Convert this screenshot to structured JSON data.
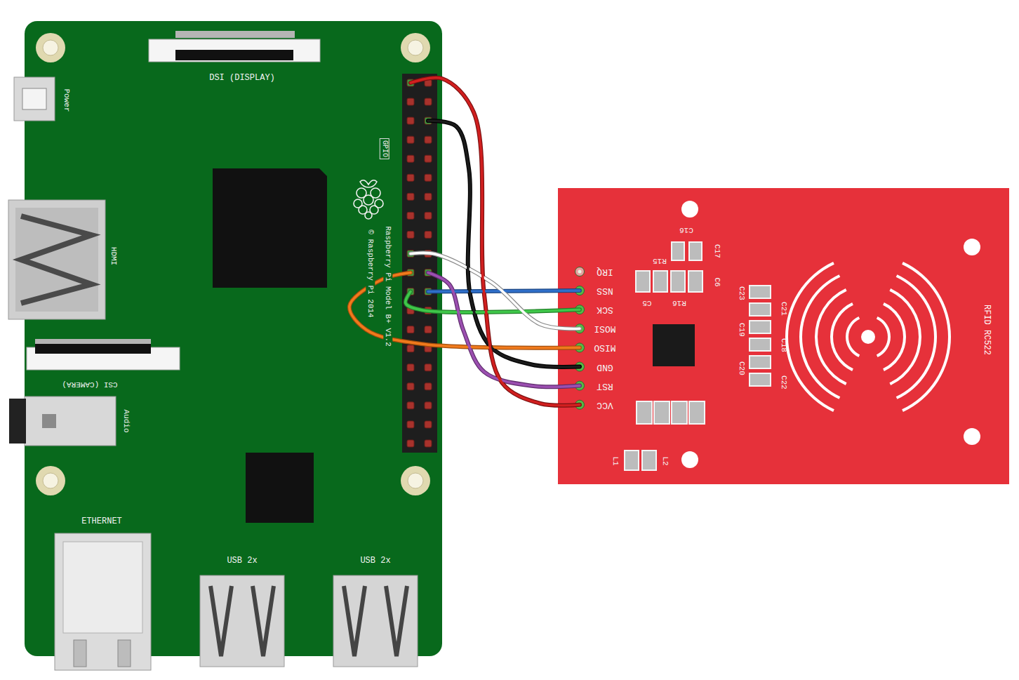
{
  "diagram": {
    "nodes": [
      {
        "text": [
          "Raspberry Pi Model B+ V1.2",
          "© Raspberry Pi 2014"
        ]
      },
      {
        "text": [
          "GPIO"
        ],
        "in": 0
      },
      {
        "text": [
          "RFID RC522"
        ]
      }
    ],
    "edges": [
      {
        "from": 1,
        "to": 2,
        "arrow": "none"
      },
      {
        "from": 1,
        "to": 2,
        "arrow": "none"
      },
      {
        "from": 1,
        "to": 2,
        "arrow": "none"
      },
      {
        "from": 1,
        "to": 2,
        "arrow": "none"
      },
      {
        "from": 1,
        "to": 2,
        "arrow": "none"
      },
      {
        "from": 1,
        "to": 2,
        "arrow": "none"
      },
      {
        "from": 1,
        "to": 2,
        "arrow": "none"
      }
    ],
    "labels": [
      "DSI (DISPLAY)",
      "Power",
      "HDMI",
      "CSI (CAMERA)",
      "Audio",
      "ETHERNET",
      "USB 2x",
      "USB 2x",
      "IRQ",
      "NSS",
      "SCK",
      "MOSI",
      "MISO",
      "GND",
      "RST",
      "VCC",
      "C16",
      "C17",
      "R15",
      "C6",
      "C5",
      "R16",
      "C23",
      "C21",
      "C19",
      "C18",
      "C20",
      "C22",
      "L1",
      "L2"
    ]
  }
}
